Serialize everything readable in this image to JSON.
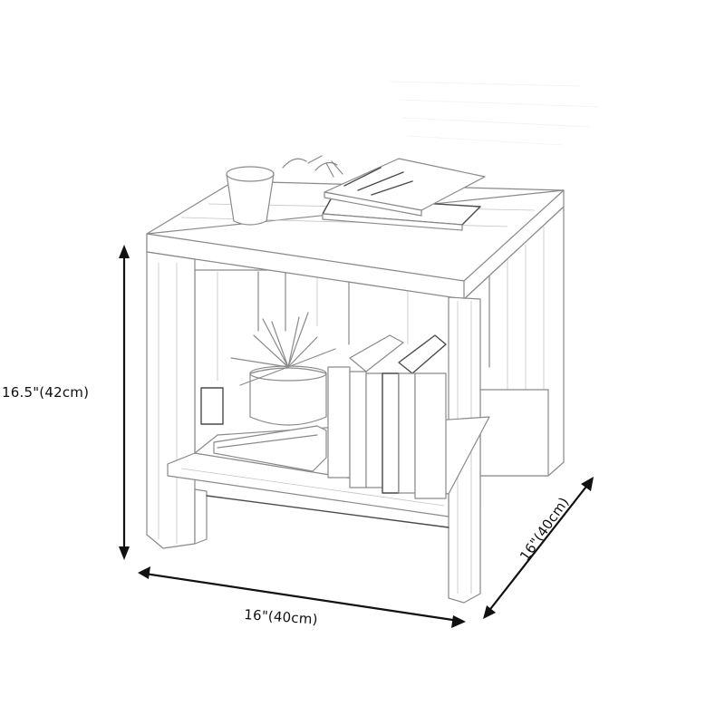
{
  "diagram": {
    "subject": "Square end table with lower shelf",
    "style": "pencil line-art sketch",
    "background_color": "#ffffff",
    "arrow_color": "#111111",
    "dimensions": {
      "height": {
        "label": "16.5\"(42cm)",
        "inches": 16.5,
        "cm": 42
      },
      "width": {
        "label": "16\"(40cm)",
        "inches": 16,
        "cm": 40
      },
      "depth": {
        "label": "16\"(40cm)",
        "inches": 16,
        "cm": 40
      }
    },
    "tabletop_items": [
      "mug",
      "stacked books"
    ],
    "shelf_items": [
      "potted plant",
      "stacked books",
      "upright books"
    ]
  }
}
